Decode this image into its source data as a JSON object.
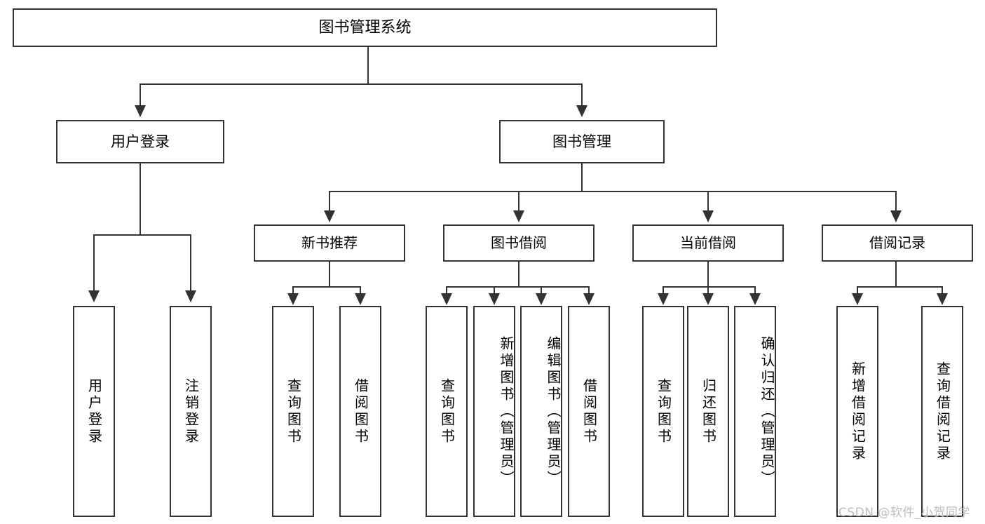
{
  "diagram": {
    "type": "tree-hierarchy",
    "title": "图书管理系统",
    "orientation": "top-down",
    "colors": {
      "border": "#333333",
      "background": "#ffffff",
      "text": "#000000",
      "watermark": "#bdbdbd"
    },
    "levels": {
      "root": {
        "label": "图书管理系统"
      },
      "level1": [
        {
          "label": "用户登录"
        },
        {
          "label": "图书管理"
        }
      ],
      "level2": [
        {
          "label": "新书推荐"
        },
        {
          "label": "图书借阅"
        },
        {
          "label": "当前借阅"
        },
        {
          "label": "借阅记录"
        }
      ],
      "leaves": {
        "user_login": [
          {
            "label": "用户登录"
          },
          {
            "label": "注销登录"
          }
        ],
        "new_book_recommend": [
          {
            "label": "查询图书"
          },
          {
            "label": "借阅图书"
          }
        ],
        "book_borrow": [
          {
            "label": "查询图书"
          },
          {
            "label": "新增图书（管理员）"
          },
          {
            "label": "编辑图书（管理员）"
          },
          {
            "label": "借阅图书"
          }
        ],
        "current_borrow": [
          {
            "label": "查询图书"
          },
          {
            "label": "归还图书"
          },
          {
            "label": "确认归还（管理员）"
          }
        ],
        "borrow_record": [
          {
            "label": "新增借阅记录"
          },
          {
            "label": "查询借阅记录"
          }
        ]
      }
    }
  },
  "watermark": {
    "text": "CSDN @软件_小贺同学"
  }
}
